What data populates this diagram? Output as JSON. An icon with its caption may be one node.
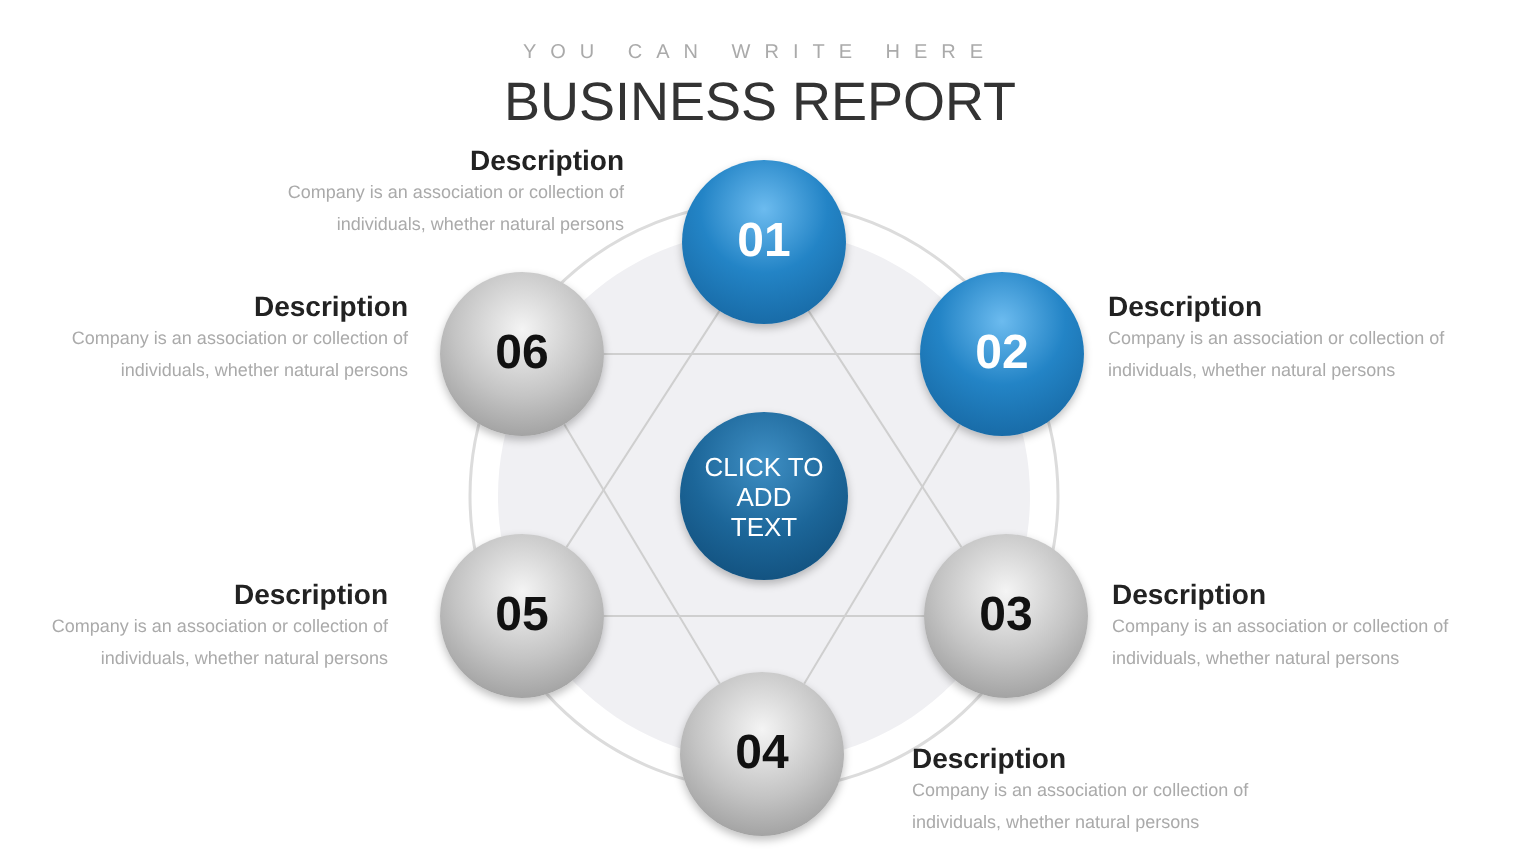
{
  "diagram": {
    "title": "BUSINESS REPORT",
    "nodes": [
      {
        "text": [
          "01"
        ],
        "beside": [
          "Description",
          "Company is an association or collection of individuals, whether natural persons"
        ]
      },
      {
        "text": [
          "02"
        ],
        "beside": [
          "Description",
          "Company is an association or collection of individuals, whether natural persons"
        ]
      },
      {
        "text": [
          "03"
        ],
        "beside": [
          "Description",
          "Company is an association or collection of individuals, whether natural persons"
        ]
      },
      {
        "text": [
          "04"
        ],
        "beside": [
          "Description",
          "Company is an association or collection of individuals, whether natural persons"
        ]
      },
      {
        "text": [
          "05"
        ],
        "beside": [
          "Description",
          "Company is an association or collection of individuals, whether natural persons"
        ]
      },
      {
        "text": [
          "06"
        ],
        "beside": [
          "Description",
          "Company is an association or collection of individuals, whether natural persons"
        ]
      },
      {
        "text": [
          "CLICK TO ADD TEXT"
        ]
      }
    ],
    "edges": [
      {
        "from": 0,
        "to": 2,
        "arrow": "none"
      },
      {
        "from": 2,
        "to": 4,
        "arrow": "none"
      },
      {
        "from": 4,
        "to": 0,
        "arrow": "none"
      },
      {
        "from": 1,
        "to": 3,
        "arrow": "none"
      },
      {
        "from": 3,
        "to": 5,
        "arrow": "none"
      },
      {
        "from": 5,
        "to": 1,
        "arrow": "none"
      }
    ],
    "labels": [
      "YOU CAN WRITE HERE"
    ]
  }
}
